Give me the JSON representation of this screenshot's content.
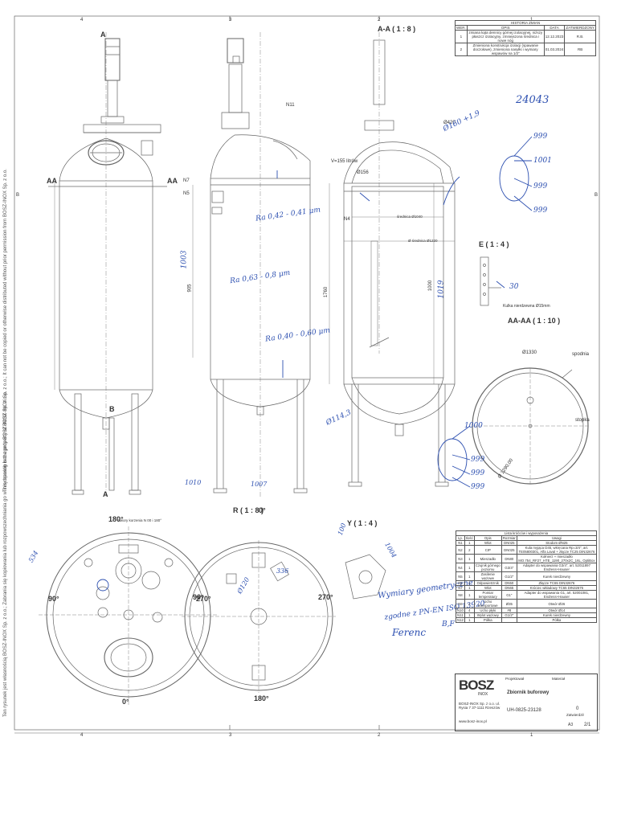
{
  "zones": {
    "top": [
      "4",
      "3",
      "2",
      "1"
    ],
    "bottom": [
      "4",
      "3",
      "2",
      "1"
    ],
    "left": "B",
    "right": "B"
  },
  "revision_history": {
    "title": "HISTORIA ZMIAN",
    "headers": [
      "WER.",
      "OPIS",
      "DATA",
      "ZATWIERDZONY"
    ],
    "rows": [
      {
        "rev": "1",
        "desc": "zmiana kąta dennicy górnej izolacyjnej, niższy płaszcz izolacyjny, zmniejszona średnica i nowe nóg",
        "date": "12.12.2023",
        "by": "R.B."
      },
      {
        "rev": "2",
        "desc": "Zmieniona konstrukcja izolacji (spawanie doczołowe), zmieniona nasyłki i wymiary wspawów na 1/2\"",
        "date": "01.03.2024",
        "by": "RB"
      }
    ]
  },
  "view_labels": {
    "section_aa": "A-A ( 1 : 8 )",
    "detail_e": "E ( 1 : 4 )",
    "section_aa2": "AA-AA ( 1 : 10 )",
    "detail_r": "R ( 1 : 8 )",
    "detail_y": "Y ( 1 : 4 )",
    "marker_a_top": "A",
    "marker_a_bottom": "A",
    "marker_b": "B",
    "marker_aa_left": "AA",
    "marker_aa_right": "AA"
  },
  "dimensions": {
    "v_litrow": "V=155 litrów",
    "d_1040": "średnica Ø1040",
    "d_1220": "Ø średnica Ø1220",
    "h_1000": "1000",
    "h_1760": "1760",
    "h_905": "905",
    "d_420": "Ø420",
    "d_156": "Ø156",
    "note_kulki": "Kulka nierdzewna Ø15mm",
    "n11": "N11",
    "n5": "N5",
    "n7": "N7",
    "n4": "N4",
    "deg_180": "180°",
    "deg_0": "0°",
    "deg_90": "90°",
    "deg_270": "270°",
    "r_deg_0": "0°",
    "r_deg_180": "180°",
    "r_deg_90": "90°",
    "r_deg_270": "270°",
    "openings_note": "otwory korzenia N 00 i 180°",
    "d_1330": "Ø1330",
    "spodnia": "spodnia",
    "stopka": "stopka",
    "d_1290": "Ø 1290,00"
  },
  "handwriting": {
    "number": "24043",
    "ra1": "Ra 0,42 - 0,41 μm",
    "ra2": "Ra 0,63 - 0,8 μm",
    "ra3": "Ra 0,40 - 0,60 μm",
    "h1003": "1003",
    "h1019": "1019",
    "d160": "Ø160 +1,9",
    "d114": "Ø114,3",
    "v999a": "999",
    "v1001": "1001",
    "v999b": "999",
    "v999c": "999",
    "v1000": "1000",
    "v999d": "999",
    "v999e": "999",
    "v999f": "999",
    "v30": "30",
    "v1007": "1007",
    "v100y": "100",
    "v1010": "1010",
    "v1004": "1004",
    "d120": "Ø120",
    "v336": "336",
    "v534": "534",
    "note1": "Wymiary geometryczne",
    "note2": "zgodne z PN-EN ISO 13920",
    "note3": "B,F",
    "sign": "Ferenc"
  },
  "parts_list": {
    "title": "Lista króćców i wyposażenia",
    "headers": [
      "Lp.",
      "Ilość",
      "Opis",
      "Rozmiar",
      "Uwagi"
    ],
    "rows": [
      [
        "N1",
        "1",
        "Wlot",
        "DN025",
        "Stodom ØN25"
      ],
      [
        "N2",
        "2",
        "CIP",
        "DN025",
        "Kula myjąca D45, wkręcana Rp=3/4\", art. TE05800301, Alfa Laval + złącze TC25 DIN32676"
      ],
      [
        "N3",
        "1",
        "Mieszadło",
        "DN80",
        "Kołnierz + mieszadło MO.754_RF27_HTE_1190_270x2C_16L, OptiBox"
      ],
      [
        "N4",
        "1",
        "Czujnik górnego poziomu",
        "G3/4\"",
        "Adapter do wspawania G3/4\", art. 52011897 Endress+Hauser"
      ],
      [
        "N5",
        "1",
        "Zasilenie wężowe",
        "G1/2\"",
        "Kurek nierdzewny"
      ],
      [
        "N6",
        "1",
        "Odpowietrznik",
        "DN50",
        "Złącze TC65 DIN32676"
      ],
      [
        "N7",
        "1",
        "Wlot",
        "DN65",
        "Króciec wkładowy TC65 DIN32676"
      ],
      [
        "N8",
        "1",
        "Pomiar temperatury",
        "G1\"",
        "Adapter do wspawania G1, art. 52001081, Endress+Hauser"
      ],
      [
        "N9",
        "2",
        "Ucho transportowe",
        "Ø35",
        "Otwór Ø26"
      ],
      [
        "N10",
        "4",
        "Ucho płyki",
        "#8",
        "Otwór Ø14"
      ],
      [
        "N11",
        "1",
        "Wylot wężowy",
        "G1/2\"",
        "Kurek nierdzewny"
      ],
      [
        "N12",
        "1",
        "Półka",
        "",
        "Półka"
      ]
    ]
  },
  "title_block": {
    "company": "BOSZ",
    "company_sub": "INOX",
    "address": "BOSZ-INOX Sp. z o.o. ul. Rysia 7 37-1111 Rzeszów",
    "web": "www.bosz-inox.pl",
    "designer_label": "Projektował",
    "title": "Zbiornik buforowy",
    "drawing_no": "UH-0825-23128",
    "sheet": "2/1",
    "scale": "A3",
    "rev": "0",
    "material_label": "Materiał",
    "approved_label": "Zatwierdził"
  },
  "side_note_1": "This drawing is the property of BOSZ-INOX Sp. z o.o.; It can not be copied or otherwise distributed without prior permission from BOSZ-INOX Sp. z o.o.",
  "side_note_2": "Ten rysunek jest własnością BOSZ-INOX Sp. z o.o.; Zabrania się kopiowania lub rozpowszechniania go w inny sposób bez zgody BOSZ-INOX Sp. z o.o.",
  "colors": {
    "ink": "#555555",
    "pen": "#2c4fb0",
    "paper": "#ffffff"
  }
}
